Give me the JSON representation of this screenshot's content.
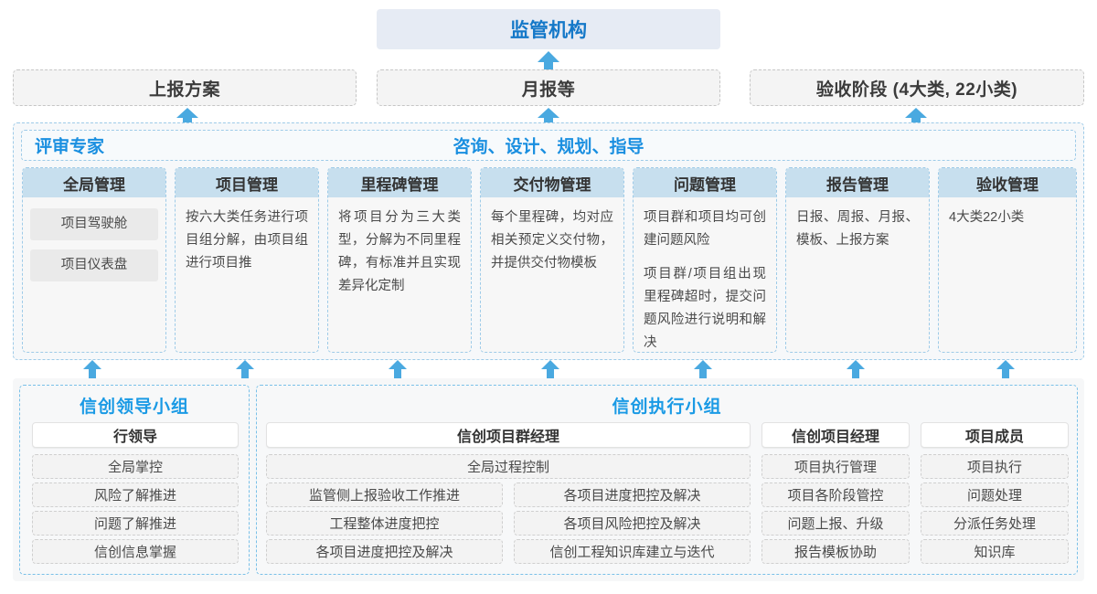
{
  "top": {
    "regulator": "监管机构",
    "channels": [
      {
        "label": "上报方案"
      },
      {
        "label": "月报等"
      },
      {
        "label": "验收阶段 (4大类, 22小类)"
      }
    ]
  },
  "band": {
    "left_title": "评审专家",
    "center_title": "咨询、设计、规划、指导",
    "cards": [
      {
        "title": "全局管理",
        "pills": [
          "项目驾驶舱",
          "项目仪表盘"
        ],
        "paragraphs": []
      },
      {
        "title": "项目管理",
        "pills": [],
        "paragraphs": [
          "按六大类任务进行项目组分解，由项目组进行项目推"
        ]
      },
      {
        "title": "里程碑管理",
        "pills": [],
        "paragraphs": [
          "将项目分为三大类型，分解为不同里程碑，有标准并且实现差异化定制"
        ]
      },
      {
        "title": "交付物管理",
        "pills": [],
        "paragraphs": [
          "每个里程碑，均对应相关预定义交付物，并提供交付物模板"
        ]
      },
      {
        "title": "问题管理",
        "pills": [],
        "paragraphs": [
          "项目群和项目均可创建问题风险",
          "项目群/项目组出现里程碑超时，提交问题风险进行说明和解决"
        ]
      },
      {
        "title": "报告管理",
        "pills": [],
        "paragraphs": [
          "日报、周报、月报、模板、上报方案"
        ]
      },
      {
        "title": "验收管理",
        "pills": [],
        "paragraphs": [
          "4大类22小类"
        ]
      }
    ]
  },
  "bottom": {
    "leader_group": {
      "title": "信创领导小组",
      "role": "行领导",
      "items": [
        "全局掌控",
        "风险了解推进",
        "问题了解推进",
        "信创信息掌握"
      ]
    },
    "exec_group": {
      "title": "信创执行小组",
      "program_manager": {
        "role": "信创项目群经理",
        "full_width_item": "全局过程控制",
        "col_left": [
          "监管侧上报验收工作推进",
          "工程整体进度把控",
          "各项目进度把控及解决"
        ],
        "col_right": [
          "各项目进度把控及解决",
          "各项目风险把控及解决",
          "信创工程知识库建立与迭代"
        ]
      },
      "project_manager": {
        "role": "信创项目经理",
        "items": [
          "项目执行管理",
          "项目各阶段管控",
          "问题上报、升级",
          "报告模板协助"
        ]
      },
      "project_member": {
        "role": "项目成员",
        "items": [
          "项目执行",
          "问题处理",
          "分派任务处理",
          "知识库"
        ]
      }
    }
  },
  "colors": {
    "accent": "#1a9ae5",
    "regulator_bg": "#e6ebf4",
    "card_head_bg": "#c7dfee",
    "arrow": "#3aa5e0"
  }
}
